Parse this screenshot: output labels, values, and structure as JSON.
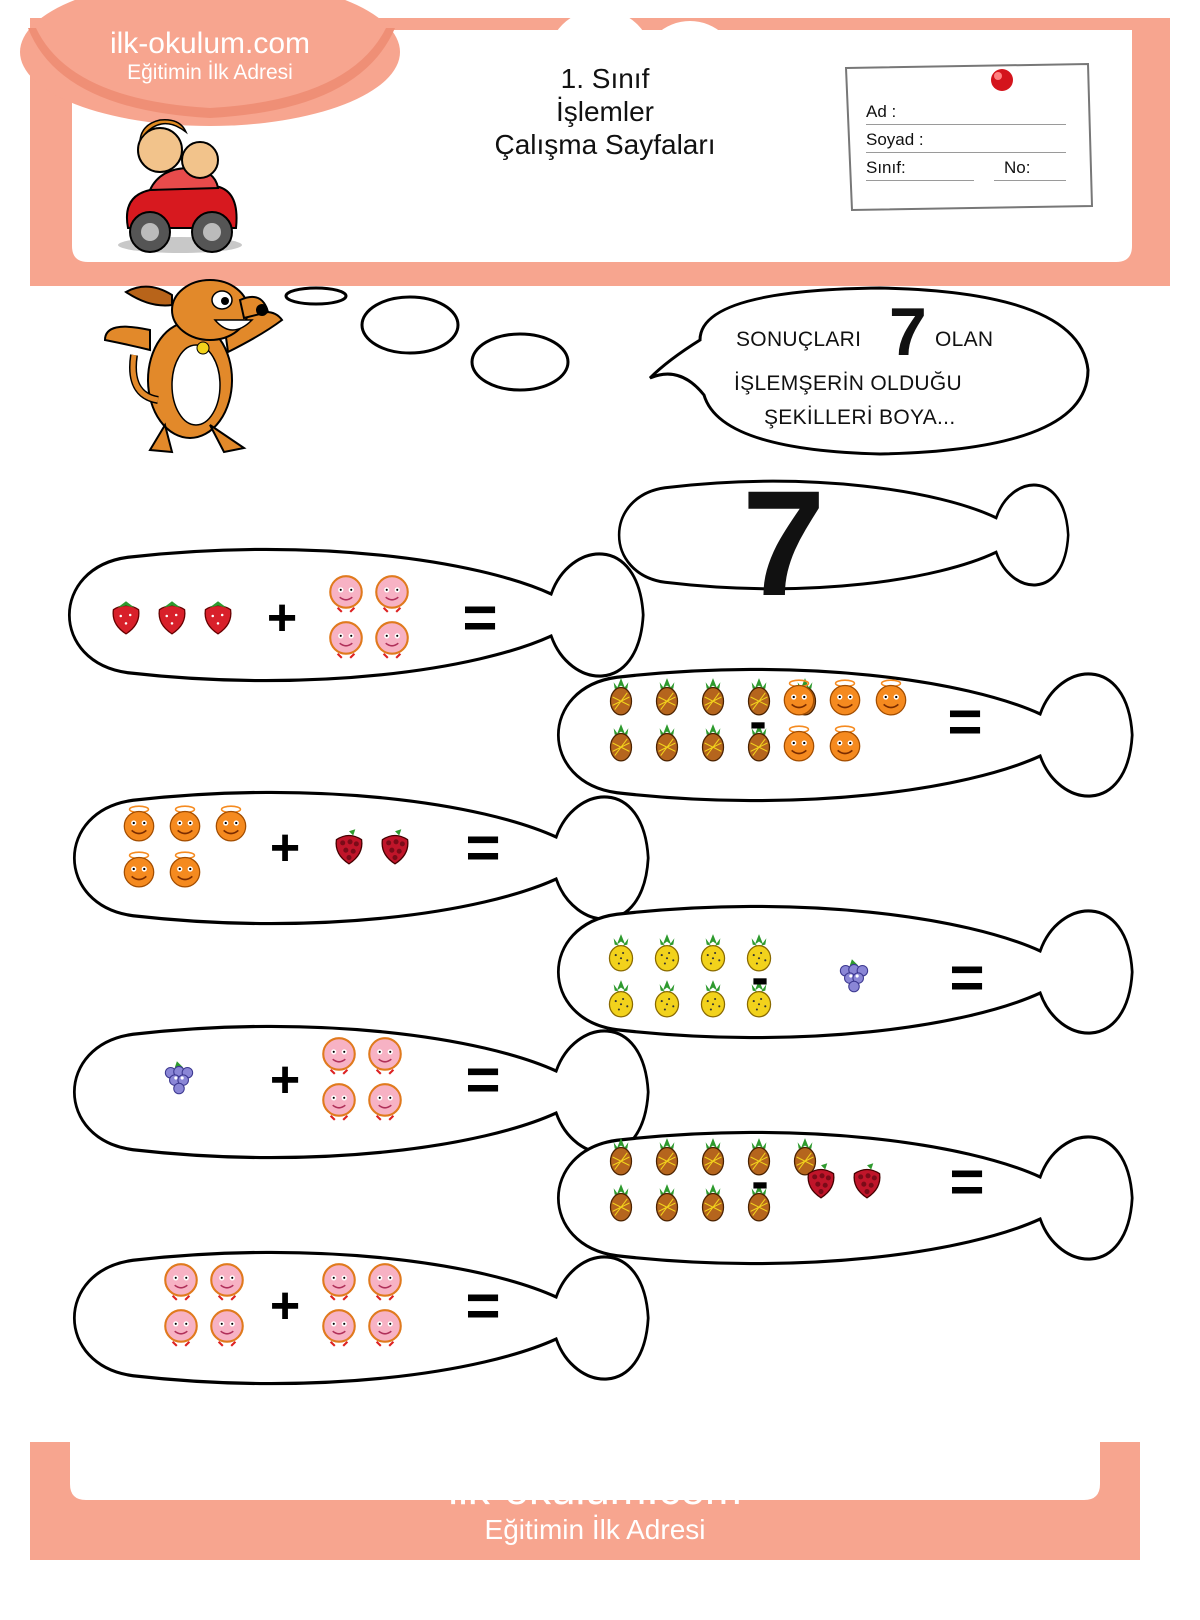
{
  "header": {
    "site_name": "ilk-okulum.com",
    "site_slogan": "Eğitimin İlk Adresi",
    "title_lines": [
      "1. Sınıf",
      "İşlemler",
      "Çalışma Sayfaları"
    ]
  },
  "name_card": {
    "ad_label": "Ad :",
    "soyad_label": "Soyad :",
    "sinif_label": "Sınıf:",
    "no_label": "No:"
  },
  "instruction": {
    "before": "SONUÇLARI",
    "number": "7",
    "after": "OLAN",
    "line2": "İŞLEMŞERİN OLDUĞU",
    "line3": "ŞEKİLLERİ BOYA..."
  },
  "target_fish": {
    "number": "7"
  },
  "problems": [
    {
      "left": {
        "fruit": "strawberry",
        "count": 3
      },
      "operator": "+",
      "right": {
        "fruit": "peach",
        "count": 4
      },
      "equals": "="
    },
    {
      "left": {
        "fruit": "pineapple",
        "count": 9
      },
      "operator": "-",
      "right": {
        "fruit": "orange",
        "count": 5
      },
      "equals": "="
    },
    {
      "left": {
        "fruit": "orange",
        "count": 5
      },
      "operator": "+",
      "right": {
        "fruit": "raspberry",
        "count": 2
      },
      "equals": "="
    },
    {
      "left": {
        "fruit": "yellow-pineapple",
        "count": 8
      },
      "operator": "-",
      "right": {
        "fruit": "grape",
        "count": 1
      },
      "equals": "="
    },
    {
      "left": {
        "fruit": "grape",
        "count": 1
      },
      "operator": "+",
      "right": {
        "fruit": "peach",
        "count": 4
      },
      "equals": "="
    },
    {
      "left": {
        "fruit": "pineapple",
        "count": 9
      },
      "operator": "-",
      "right": {
        "fruit": "raspberry",
        "count": 2
      },
      "equals": "="
    },
    {
      "left": {
        "fruit": "peach",
        "count": 4
      },
      "operator": "+",
      "right": {
        "fruit": "peach",
        "count": 4
      },
      "equals": "="
    }
  ],
  "footer": {
    "site_name": "ilk-okulum.com",
    "site_slogan": "Eğitimin İlk Adresi"
  },
  "colors": {
    "frame": "#f7a58f",
    "frame_dark": "#ef8f76",
    "strawberry": "#d8202a",
    "raspberry": "#c0152a",
    "orange": "#f58a1f",
    "peach": "#f7b2c4",
    "pineapple": "#b5651d",
    "yellow_pineapple": "#f2d21c",
    "grape": "#8a86d6",
    "leaf": "#2e9a2e"
  }
}
